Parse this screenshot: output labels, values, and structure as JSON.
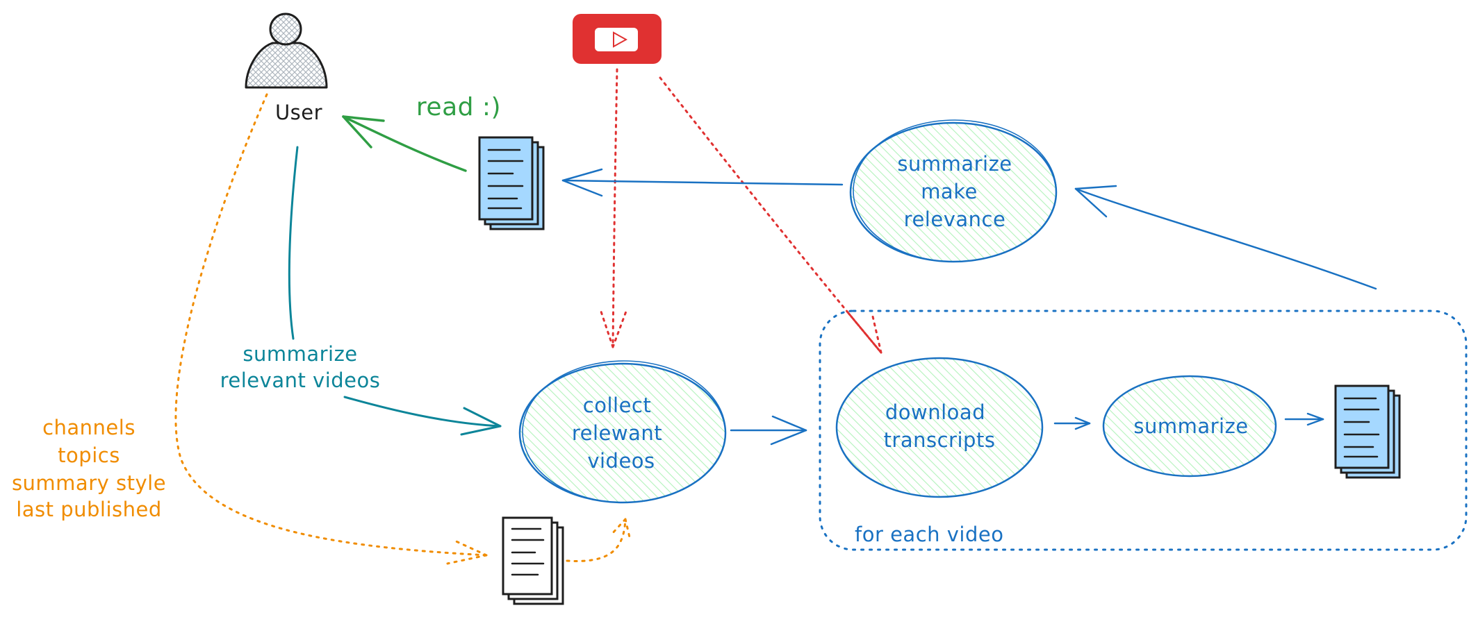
{
  "colors": {
    "blue": "#1971c2",
    "teal": "#0c8599",
    "green": "#2f9e44",
    "orange": "#f08c00",
    "red": "#e03131",
    "hatch_green": "#b2f2bb",
    "doc_blue": "#a5d8ff",
    "black": "#1e1e1e"
  },
  "icons": {
    "user": "user-icon",
    "youtube": "youtube-icon",
    "document": "document-stack-icon"
  },
  "labels": {
    "user": "User",
    "read": "read :)",
    "summarize_relevant": [
      "summarize",
      "relevant videos"
    ],
    "inputs": [
      "channels",
      "topics",
      "summary style",
      "last published"
    ],
    "collect": [
      "collect",
      "relewant",
      "videos"
    ],
    "summarize_make": [
      "summarize",
      "make",
      "relevance"
    ],
    "download": [
      "download",
      "transcripts"
    ],
    "summarize": "summarize",
    "for_each": "for each video"
  }
}
